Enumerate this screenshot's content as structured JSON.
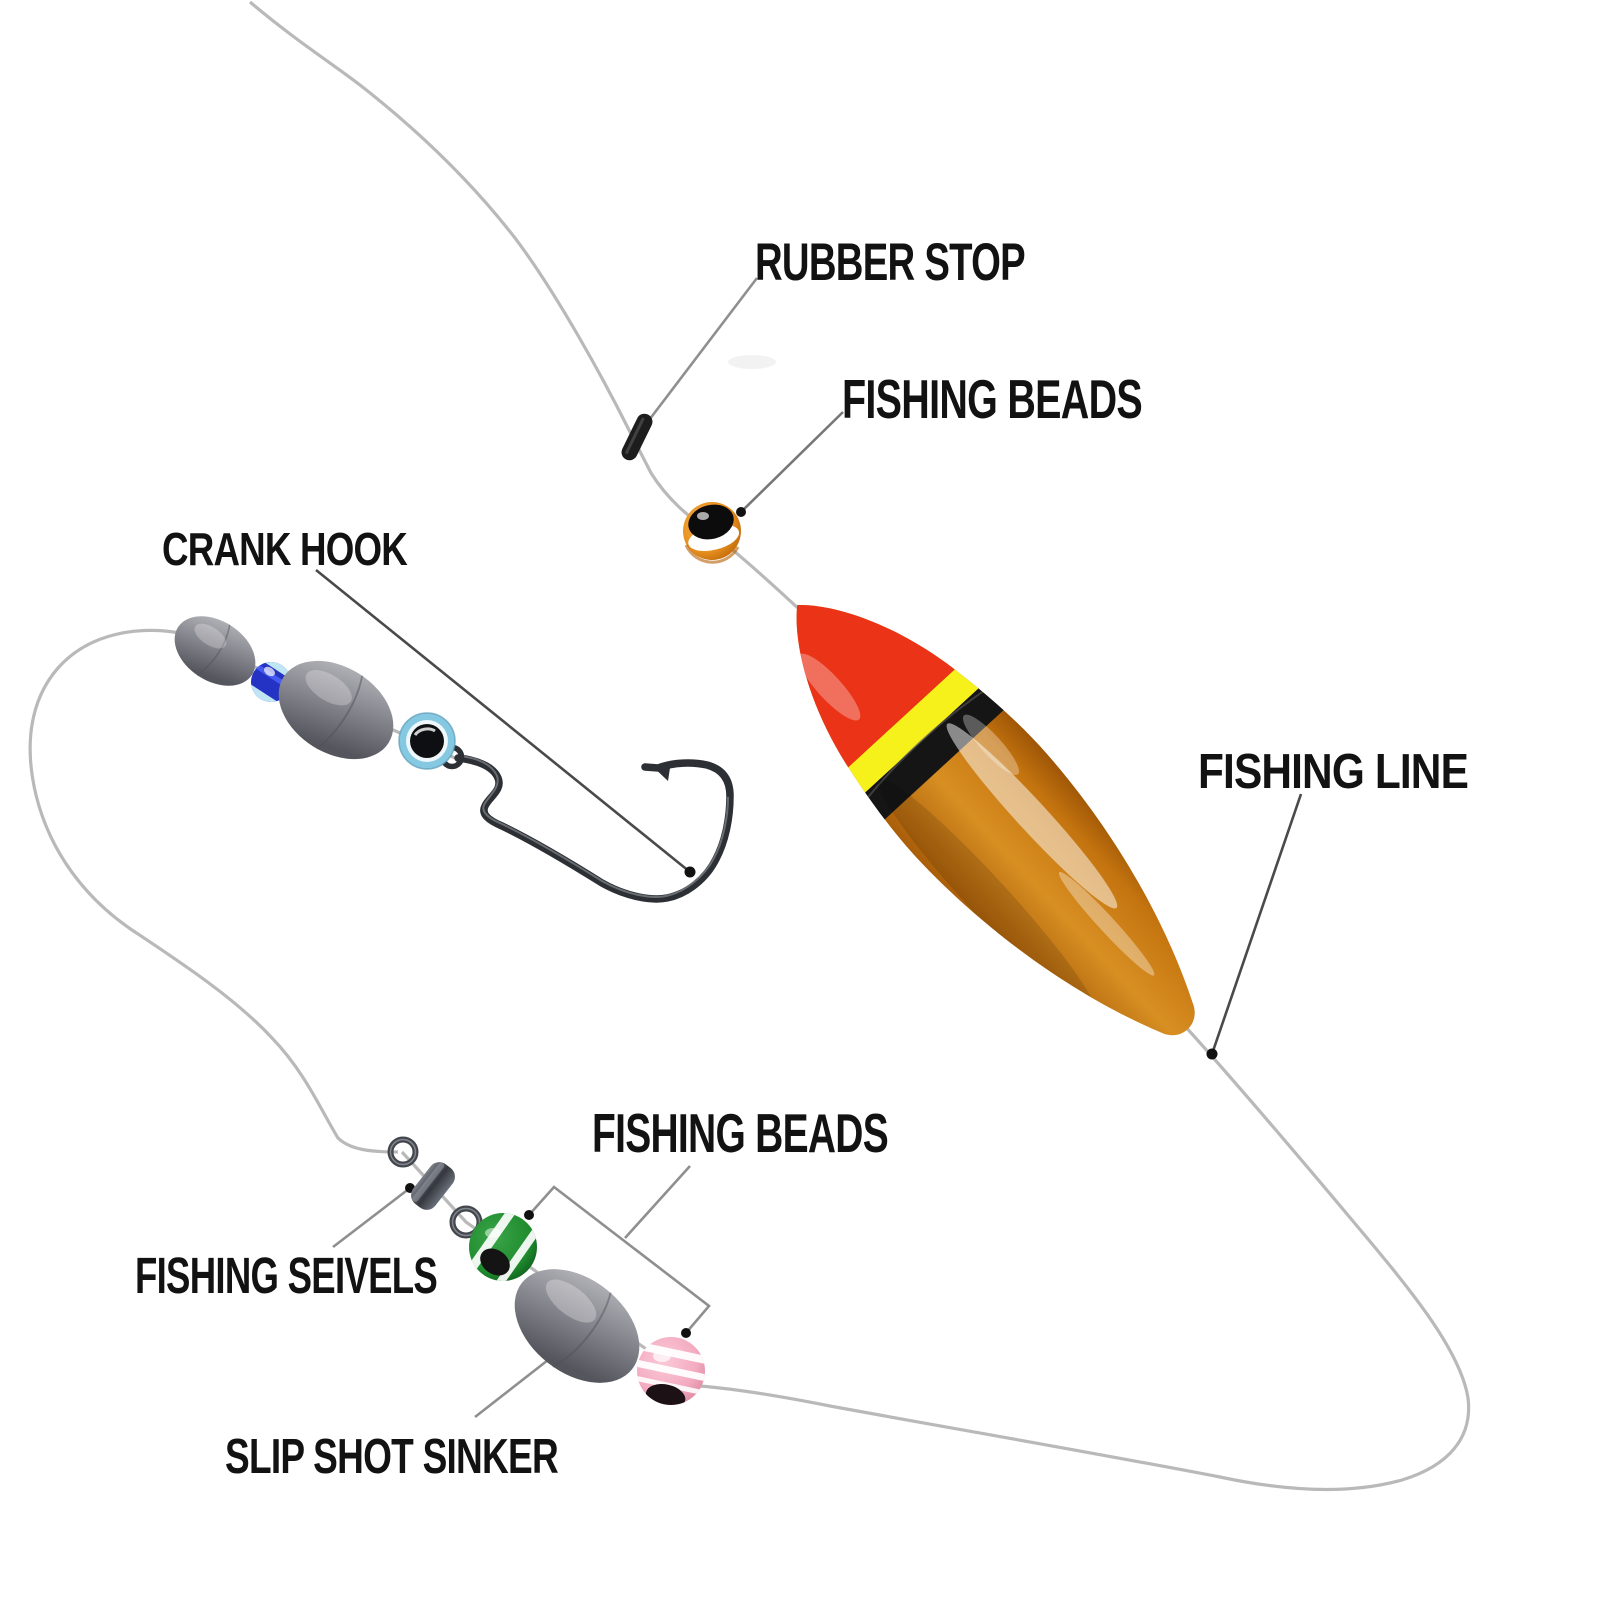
{
  "diagram": {
    "title": "Slip bobber fishing rig parts diagram",
    "labels": {
      "rubber_stop": "RUBBER STOP",
      "fishing_beads_top": "FISHING BEADS",
      "crank_hook": "CRANK HOOK",
      "fishing_line": "FISHING LINE",
      "fishing_beads_bottom": "FISHING BEADS",
      "fishing_seivels": "FISHING SEIVELS",
      "slip_shot_sinker": "SLIP SHOT SINKER"
    },
    "parts": [
      "rubber stop",
      "fishing bead",
      "slip float",
      "fishing line",
      "crank hook",
      "egg sinkers",
      "blue bead",
      "eye bead",
      "barrel swivel",
      "green bead",
      "slip shot sinker",
      "pink bead"
    ],
    "colors": {
      "background": "#ffffff",
      "line": "#b9b9b9",
      "callout_gray": "#8f8f8f",
      "callout_dark": "#4a4a4a",
      "label_text": "#121212",
      "dot": "#111111",
      "float_red": "#ea3317",
      "float_yellow": "#f6f01b",
      "float_black": "#151515",
      "float_orange_mid": "#d88f22",
      "stop_black": "#1d1d1d",
      "bead_orange": "#e89020",
      "bead_blue": "#2433c4",
      "bead_eye_blue": "#85c8e2",
      "bead_green": "#1f8c2e",
      "bead_pink": "#f3abc0",
      "sinker_gray": "#8e8e96",
      "swivel_metal": "#43464c",
      "hook_metal": "#2c2f34"
    }
  }
}
